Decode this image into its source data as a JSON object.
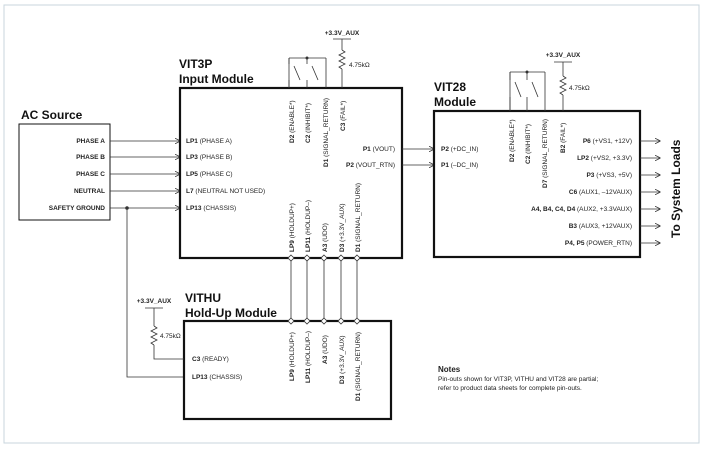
{
  "ac_source": {
    "title": "AC Source",
    "rows": [
      "PHASE A",
      "PHASE B",
      "PHASE C",
      "NEUTRAL",
      "SAFETY GROUND"
    ]
  },
  "vit3p": {
    "title_line1": "VIT3P",
    "title_line2": "Input Module",
    "left_pins": [
      {
        "id": "LP1",
        "desc": "(PHASE A)"
      },
      {
        "id": "LP3",
        "desc": "(PHASE B)"
      },
      {
        "id": "LP5",
        "desc": "(PHASE C)"
      },
      {
        "id": "L7",
        "desc": "(NEUTRAL NOT USED)"
      },
      {
        "id": "LP13",
        "desc": "(CHASSIS)"
      }
    ],
    "top_pins": [
      {
        "id": "D2",
        "desc": "(ENABLE*)"
      },
      {
        "id": "C2",
        "desc": "(INHIBIT*)"
      },
      {
        "id": "D1",
        "desc": "(SIGNAL_RETURN)"
      },
      {
        "id": "C3",
        "desc": "(FAIL*)"
      }
    ],
    "right_pins": [
      {
        "id": "P1",
        "desc": "(VOUT)"
      },
      {
        "id": "P2",
        "desc": "(VOUT_RTN)"
      }
    ],
    "bottom_pins": [
      {
        "id": "LP9",
        "desc": "(HOLDUP+)"
      },
      {
        "id": "LP11",
        "desc": "(HOLDUP–)"
      },
      {
        "id": "A3",
        "desc": "(UDO)"
      },
      {
        "id": "D3",
        "desc": "(+3.3V_AUX)"
      },
      {
        "id": "D1",
        "desc": "(SIGNAL_RETURN)"
      }
    ]
  },
  "vit28": {
    "title_line1": "VIT28",
    "title_line2": "Module",
    "left_pins": [
      {
        "id": "P2",
        "desc": "(+DC_IN)"
      },
      {
        "id": "P1",
        "desc": "(–DC_IN)"
      }
    ],
    "top_pins": [
      {
        "id": "D2",
        "desc": "(ENABLE*)"
      },
      {
        "id": "C2",
        "desc": "(INHIBIT*)"
      },
      {
        "id": "D7",
        "desc": "(SIGNAL_RETURN)"
      },
      {
        "id": "B2",
        "desc": "(FAIL*)"
      }
    ],
    "right_pins": [
      {
        "id": "P6",
        "desc": "(+VS1, +12V)"
      },
      {
        "id": "LP2",
        "desc": "(+VS2, +3.3V)"
      },
      {
        "id": "P3",
        "desc": "(+VS3, +5V)"
      },
      {
        "id": "C6",
        "desc": "(AUX1, –12VAUX)"
      },
      {
        "id": "A4, B4, C4, D4",
        "desc": "(AUX2, +3.3VAUX)"
      },
      {
        "id": "B3",
        "desc": "(AUX3, +12VAUX)"
      },
      {
        "id": "P4, P5",
        "desc": "(POWER_RTN)"
      }
    ]
  },
  "vithu": {
    "title_line1": "VITHU",
    "title_line2": "Hold-Up Module",
    "left_pins": [
      {
        "id": "C3",
        "desc": "(READY)"
      },
      {
        "id": "LP13",
        "desc": "(CHASSIS)"
      }
    ],
    "top_pins": [
      {
        "id": "LP9",
        "desc": "(HOLDUP+)"
      },
      {
        "id": "LP11",
        "desc": "(HOLDUP–)"
      },
      {
        "id": "A3",
        "desc": "(UDO)"
      },
      {
        "id": "D3",
        "desc": "(+3.3V_AUX)"
      },
      {
        "id": "D1",
        "desc": "(SIGNAL_RETURN)"
      }
    ]
  },
  "supplies": [
    {
      "rail": "+3.3V_AUX",
      "resistor": "4.75kΩ"
    },
    {
      "rail": "+3.3V_AUX",
      "resistor": "4.75kΩ"
    },
    {
      "rail": "+3.3V_AUX",
      "resistor": "4.75kΩ"
    }
  ],
  "system_loads_label": "To System Loads",
  "notes": {
    "title": "Notes",
    "line1": "Pin-outs shown for VIT3P, VITHU and VIT28 are partial;",
    "line2": "refer to product data sheets for complete pin-outs."
  }
}
